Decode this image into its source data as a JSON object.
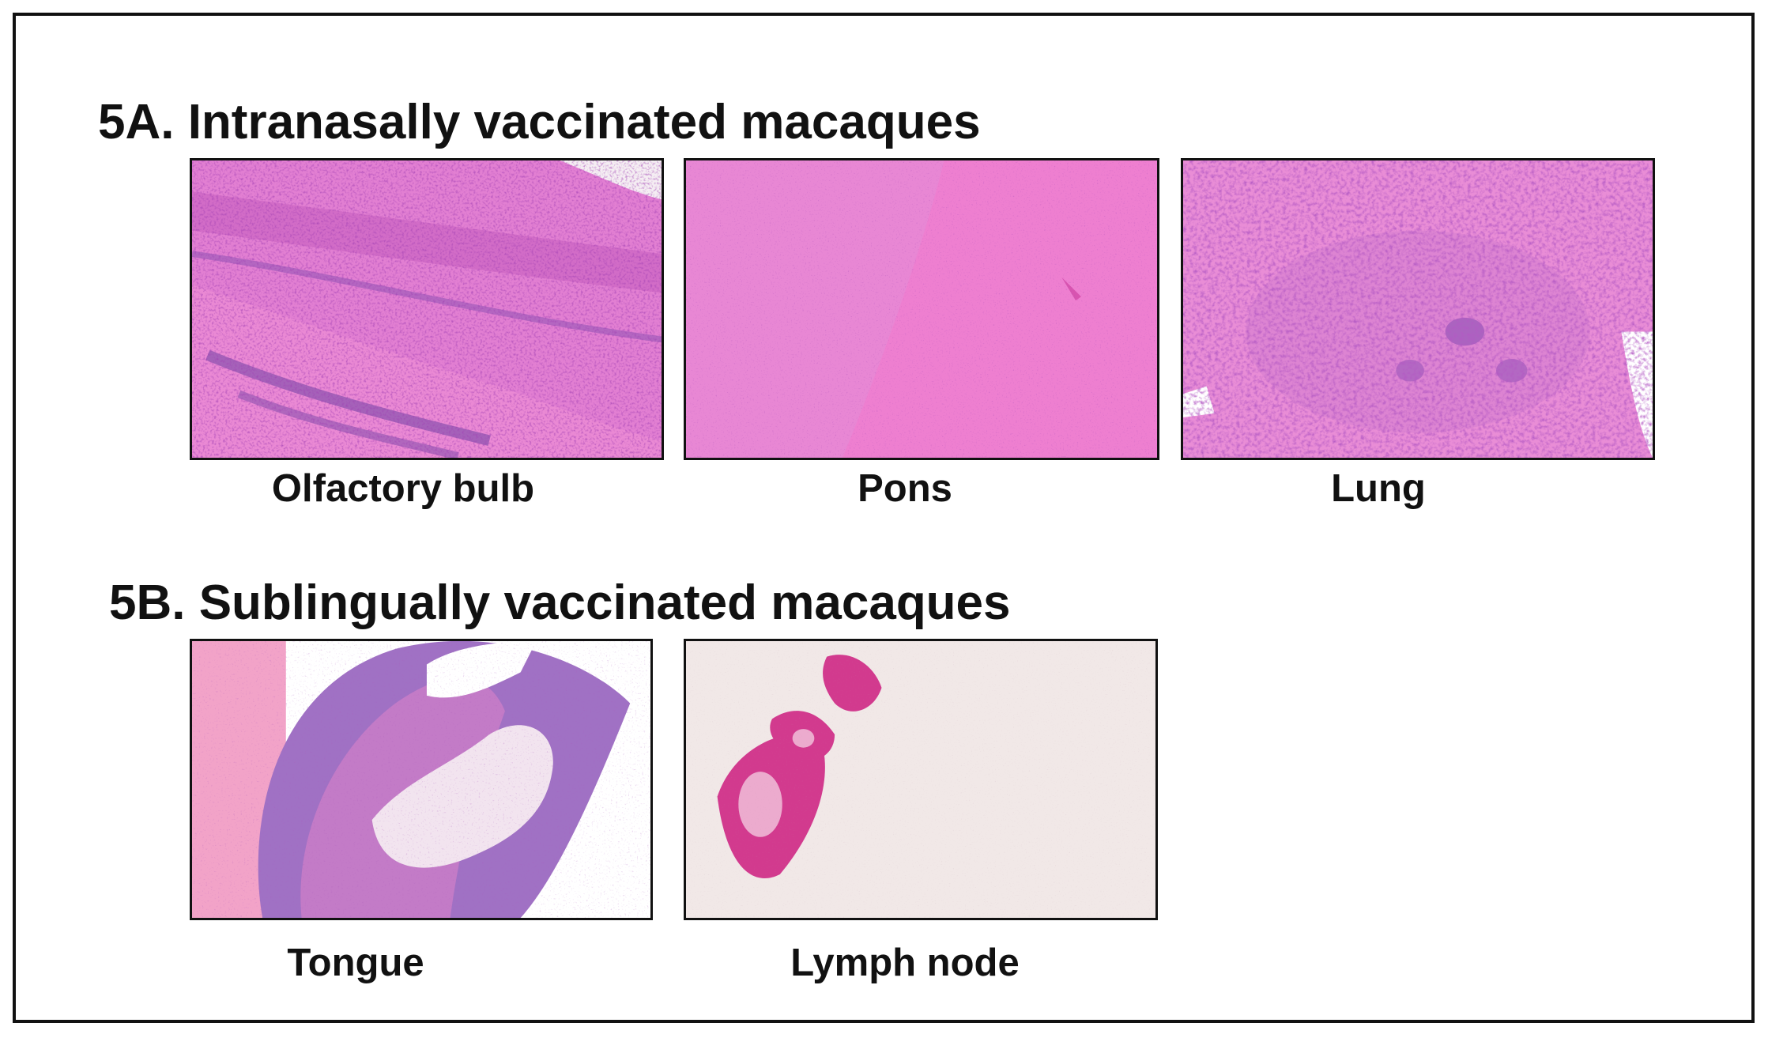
{
  "figure": {
    "section_a": {
      "heading": "5A. Intranasally vaccinated macaques",
      "panels": [
        {
          "caption": "Olfactory bulb"
        },
        {
          "caption": "Pons"
        },
        {
          "caption": "Lung"
        }
      ]
    },
    "section_b": {
      "heading": "5B. Sublingually vaccinated macaques",
      "panels": [
        {
          "caption": "Tongue"
        },
        {
          "caption": "Lymph node"
        }
      ]
    }
  },
  "colors": {
    "frame": "#111111",
    "eosin_pink": "#e878c8",
    "hematoxylin_purple": "#7a3aa8",
    "background_white": "#ffffff"
  }
}
